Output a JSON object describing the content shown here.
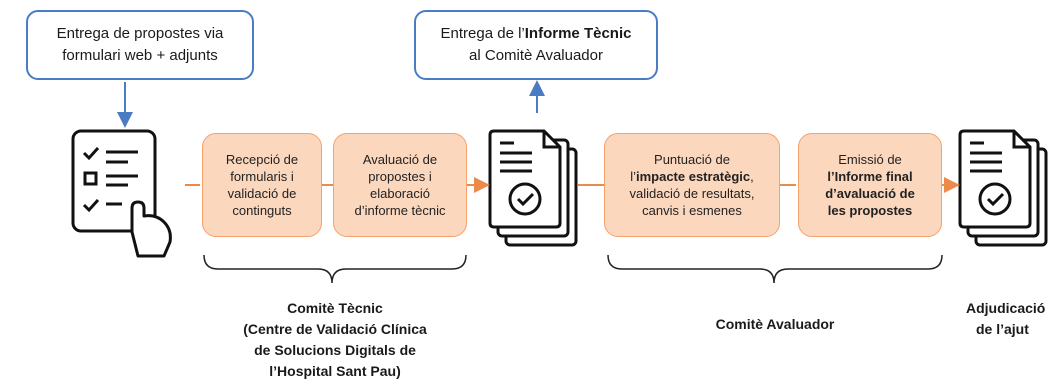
{
  "callouts": {
    "left": {
      "line1": "Entrega de propostes via",
      "line2": "formulari web + adjunts"
    },
    "middle": {
      "line1_pre": "Entrega de l’",
      "line1_bold": "Informe Tècnic",
      "line2": "al Comitè Avaluador"
    }
  },
  "steps": {
    "s1": [
      "Recepció de",
      "formularis i",
      "validació de",
      "continguts"
    ],
    "s2": [
      "Avaluació de",
      "propostes i",
      "elaboració",
      "d’informe tècnic"
    ],
    "s3": {
      "l1": "Puntuació de",
      "l2_pre": "l’",
      "l2_bold": "impacte estratègic",
      "l2_post": ",",
      "l3": "validació de resultats,",
      "l4": "canvis i esmenes"
    },
    "s4": {
      "l1": "Emissió de",
      "l2": "l’Informe final",
      "l3": "d’avaluació de",
      "l4": "les propostes"
    }
  },
  "groups": {
    "tecnic": [
      "Comitè Tècnic",
      "(Centre de Validació Clínica",
      "de Solucions Digitals de",
      "l’Hospital Sant Pau)"
    ],
    "avaluador": "Comitè Avaluador",
    "adjudicacio": [
      "Adjudicació",
      "de l’ajut"
    ]
  },
  "colors": {
    "accent_blue": "#4a7cc4",
    "orange": "#ec8a4a",
    "step_fill": "#fbd7be"
  }
}
